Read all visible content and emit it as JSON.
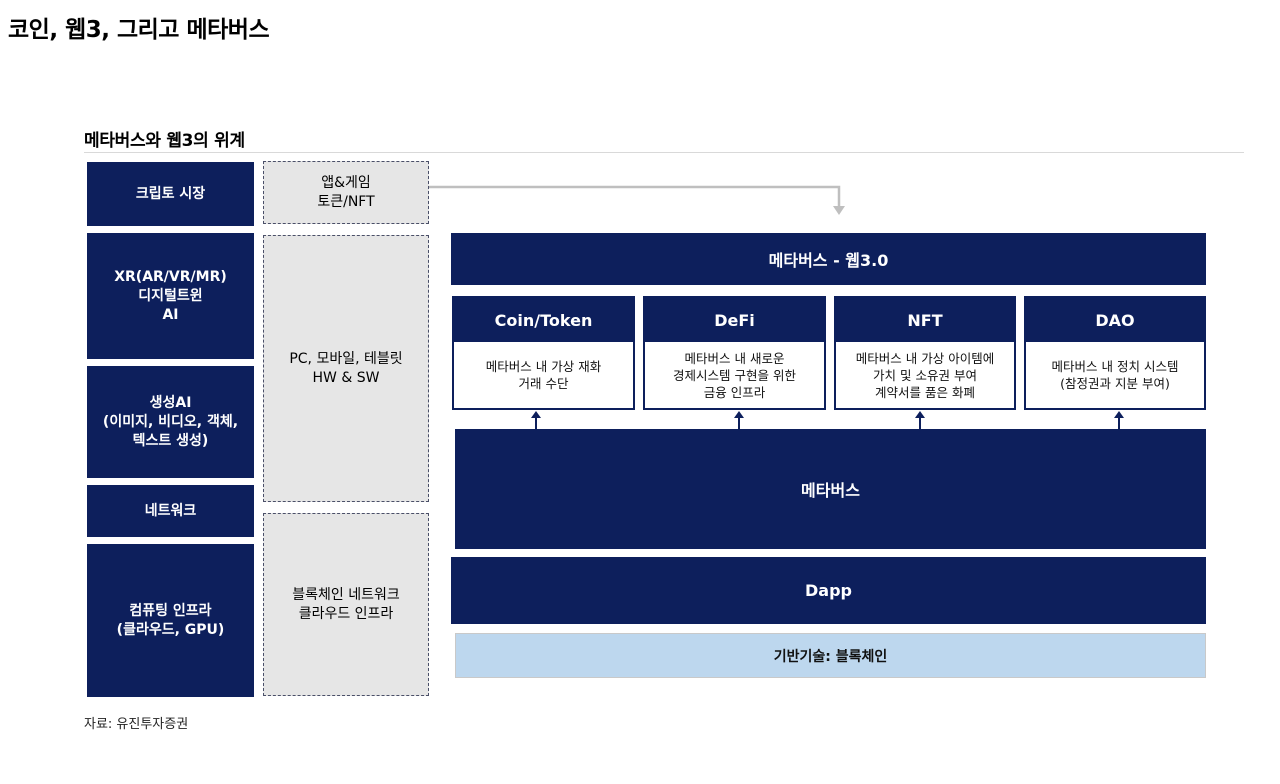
{
  "page_title": "코인, 웹3, 그리고 메타버스",
  "section_title": "메타버스와 웹3의 위계",
  "left_column": [
    "크립토 시장",
    "XR(AR/VR/MR)\n디지털트윈\nAI",
    "생성AI\n(이미지, 비디오, 객체,\n텍스트 생성)",
    "네트워크",
    "컴퓨팅 인프라\n(클라우드, GPU)"
  ],
  "middle_column": [
    "앱&게임\n토큰/NFT",
    "PC, 모바일, 테블릿\nHW & SW",
    "블록체인 네트워크\n클라우드 인프라"
  ],
  "metaverse_web3": "메타버스 - 웹3.0",
  "categories": [
    {
      "title": "Coin/Token",
      "desc": "메타버스 내 가상 재화\n거래 수단"
    },
    {
      "title": "DeFi",
      "desc": "메타버스 내 새로운\n경제시스템 구현을 위한\n금융 인프라"
    },
    {
      "title": "NFT",
      "desc": "메타버스 내 가상 아이템에\n가치 및 소유권 부여\n계약서를 품은 화폐"
    },
    {
      "title": "DAO",
      "desc": "메타버스 내 정치 시스템\n(참정권과 지분 부여)"
    }
  ],
  "metaverse": "메타버스",
  "dapp": "Dapp",
  "base_tech": "기반기술: 블록체인",
  "source": "자료: 유진투자증권",
  "colors": {
    "navy": "#0d1f5c",
    "gray_box": "#e6e6e6",
    "light_blue": "#bdd7ee",
    "connector": "#bfbfbf"
  }
}
